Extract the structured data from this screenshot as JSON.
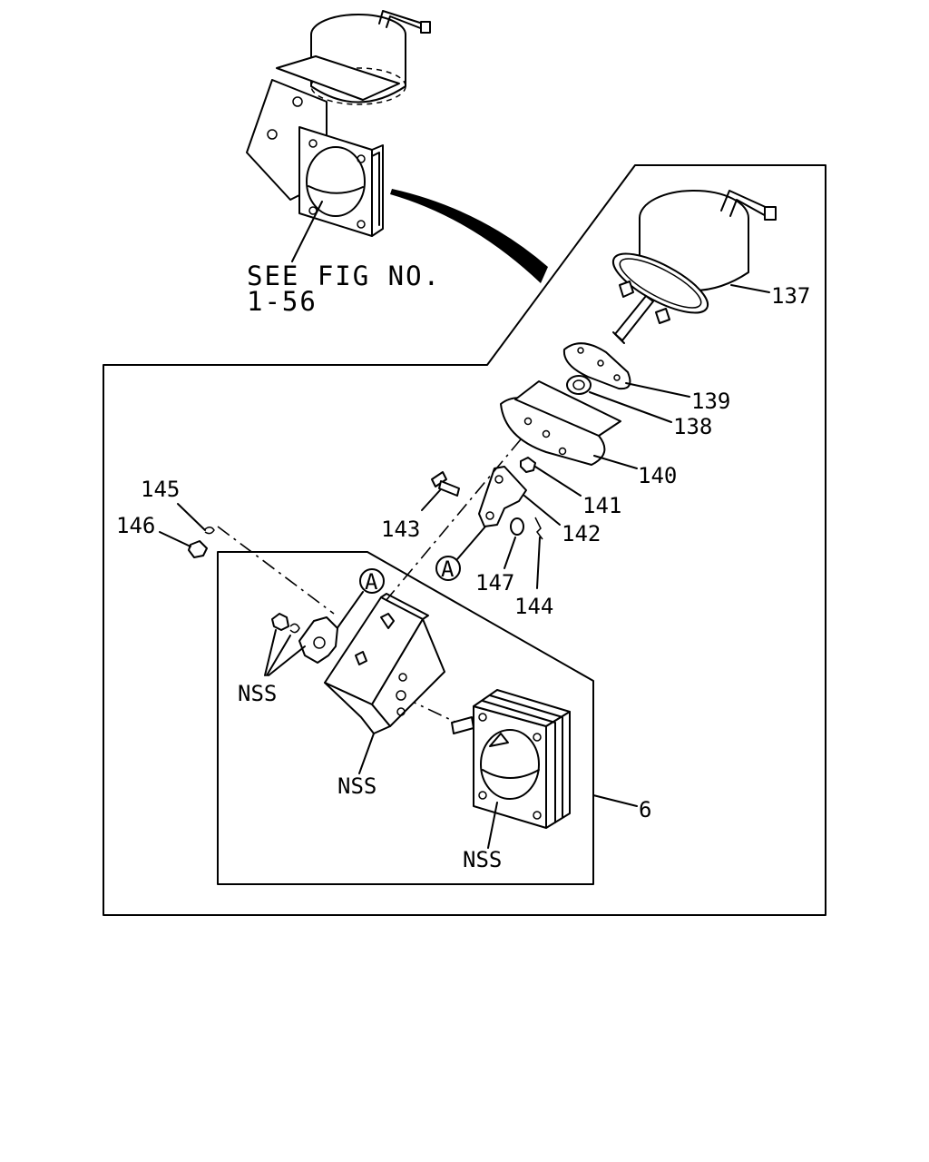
{
  "reference": {
    "line1": "SEE FIG NO.",
    "line2": "1-56"
  },
  "callouts": {
    "p137": "137",
    "p139": "139",
    "p138": "138",
    "p140": "140",
    "p141": "141",
    "p142": "142",
    "p143": "143",
    "p145": "145",
    "p146": "146",
    "p147": "147",
    "p144": "144",
    "p6": "6",
    "nss_washers": "NSS",
    "nss_bracket": "NSS",
    "nss_valve": "NSS",
    "marker_a_link": "A",
    "marker_a_bracket": "A"
  }
}
